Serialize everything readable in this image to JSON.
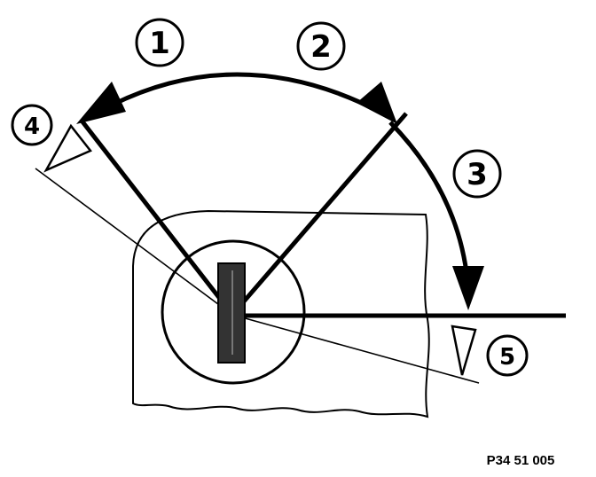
{
  "callouts": [
    {
      "label": "1"
    },
    {
      "label": "2"
    },
    {
      "label": "3"
    },
    {
      "label": "4"
    },
    {
      "label": "5"
    }
  ],
  "reference_code": "P34 51 005",
  "colors": {
    "ink": "#000000",
    "paper": "#ffffff",
    "key_fill": "#333333"
  }
}
